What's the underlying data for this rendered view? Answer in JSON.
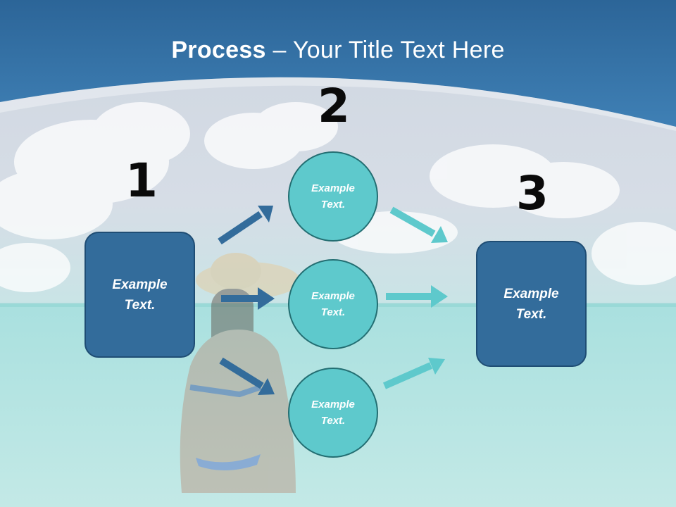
{
  "title": {
    "bold": "Process",
    "rest": " – Your Title Text Here"
  },
  "steps": {
    "one": "1",
    "two": "2",
    "three": "3"
  },
  "left_box": {
    "text": "Example Text."
  },
  "right_box": {
    "text": "Example Text."
  },
  "circles": [
    {
      "text": "Example Text."
    },
    {
      "text": "Example Text."
    },
    {
      "text": "Example Text."
    }
  ],
  "colors": {
    "header": "#3c79ad",
    "box": "#336c9b",
    "circle": "#5ec9cc",
    "arrow_dark": "#336c9b",
    "arrow_light": "#5ec9cc"
  }
}
